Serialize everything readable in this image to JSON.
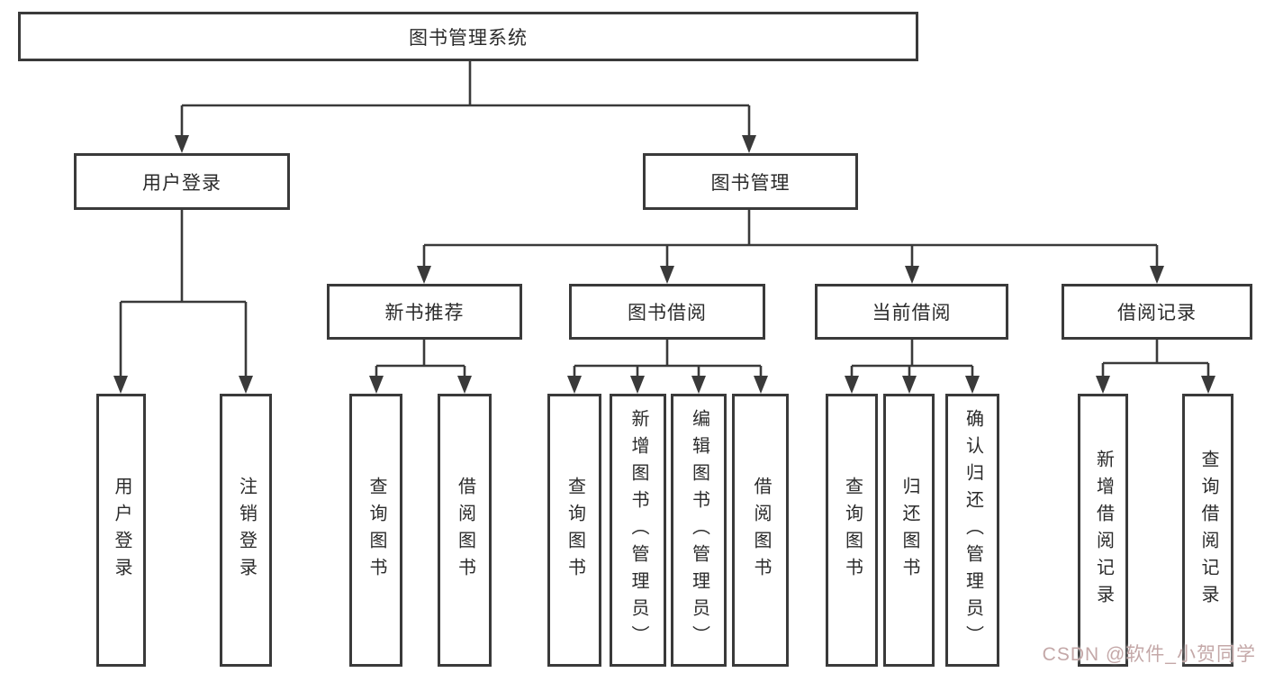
{
  "diagram": {
    "root": {
      "label": "图书管理系统"
    },
    "user_login": {
      "label": "用户登录",
      "children": {
        "login": "用户登录",
        "logout": "注销登录"
      }
    },
    "book_mgmt": {
      "label": "图书管理",
      "new_book": {
        "label": "新书推荐",
        "children": {
          "query": "查询图书",
          "borrow": "借阅图书"
        }
      },
      "borrowing": {
        "label": "图书借阅",
        "children": {
          "query": "查询图书",
          "add": "新增图书（管理员）",
          "edit": "编辑图书（管理员）",
          "borrow": "借阅图书"
        }
      },
      "current": {
        "label": "当前借阅",
        "children": {
          "query": "查询图书",
          "return": "归还图书",
          "confirm": "确认归还（管理员）"
        }
      },
      "records": {
        "label": "借阅记录",
        "children": {
          "add": "新增借阅记录",
          "query": "查询借阅记录"
        }
      }
    },
    "colors": {
      "line": "#3a3a3a",
      "text": "#2b2b2b",
      "background": "#ffffff"
    }
  },
  "watermark": {
    "text": "CSDN @软件_小贺同学",
    "color": "#c4a8a8"
  }
}
